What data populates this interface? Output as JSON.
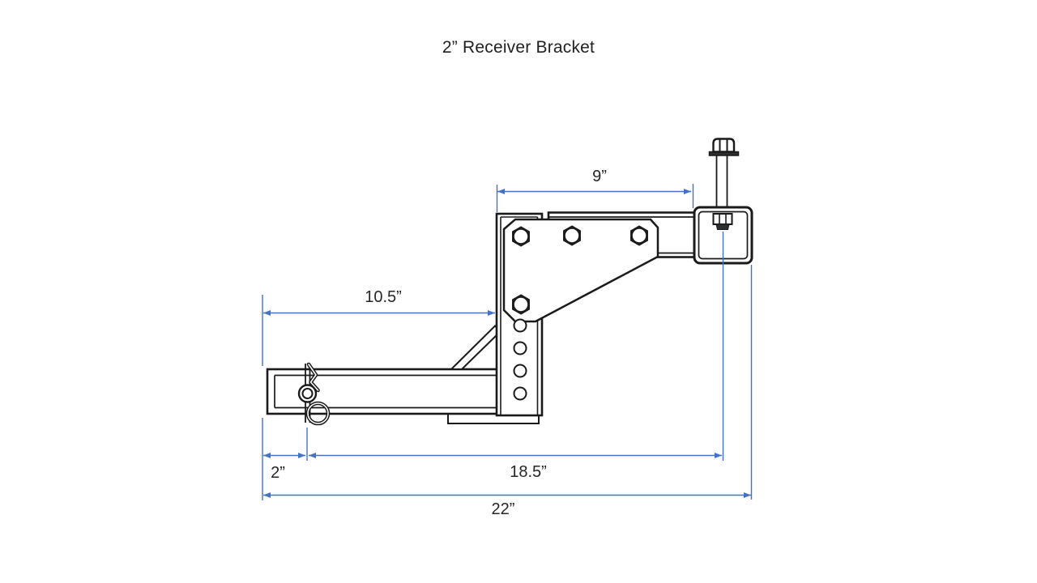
{
  "title": "2” Receiver Bracket",
  "dimensions": {
    "top_width": {
      "label": "9”"
    },
    "tube_length": {
      "label": "10.5”"
    },
    "pin_offset": {
      "label": "2”"
    },
    "pin_to_bolt": {
      "label": "18.5”"
    },
    "overall_width": {
      "label": "22”"
    }
  },
  "colors": {
    "drawing_line": "#1a1a1a",
    "dimension_line": "#4472C4",
    "text": "#262626",
    "background": "#ffffff"
  }
}
